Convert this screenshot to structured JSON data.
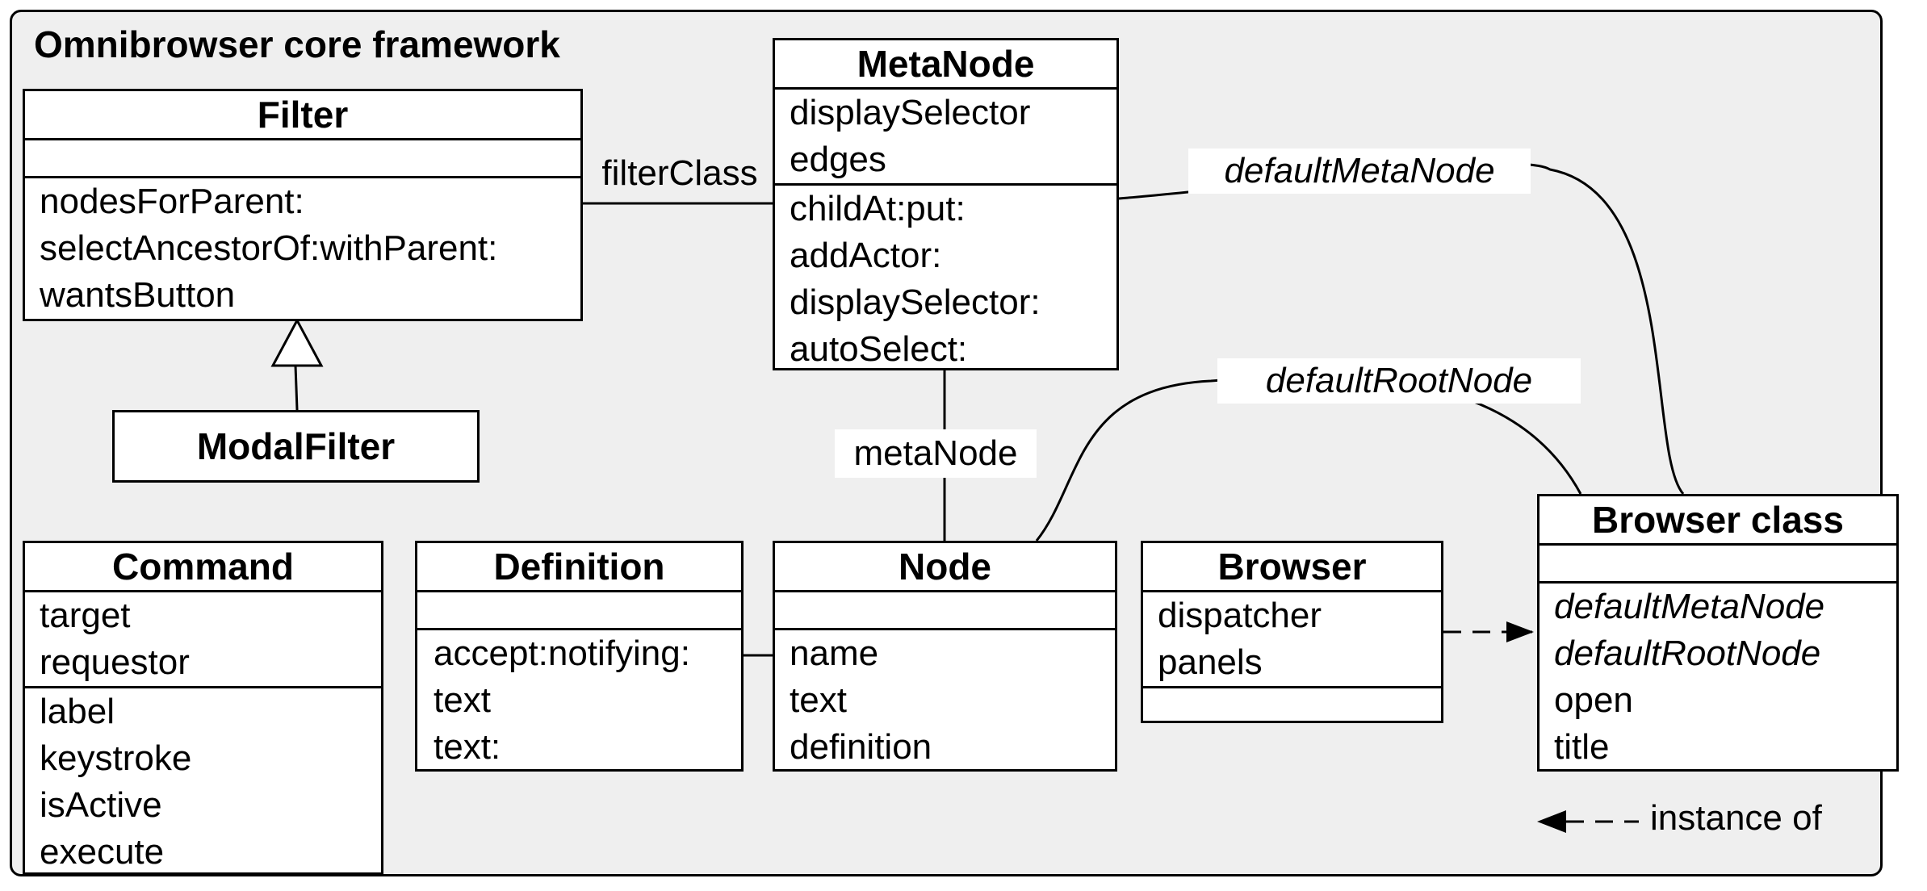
{
  "diagram": {
    "title": "Omnibrowser core framework",
    "classes": {
      "filter": {
        "name": "Filter",
        "attributes": [],
        "methods": [
          "nodesForParent:",
          "selectAncestorOf:withParent:",
          "wantsButton"
        ]
      },
      "modal_filter": {
        "name": "ModalFilter"
      },
      "metanode": {
        "name": "MetaNode",
        "attributes": [
          "displaySelector",
          "edges"
        ],
        "methods": [
          "childAt:put:",
          "addActor:",
          "displaySelector:",
          "autoSelect:"
        ]
      },
      "command": {
        "name": "Command",
        "attributes": [
          "target",
          "requestor"
        ],
        "methods": [
          "label",
          "keystroke",
          "isActive",
          "execute"
        ]
      },
      "definition": {
        "name": "Definition",
        "attributes": [],
        "methods": [
          "accept:notifying:",
          "text",
          "text:"
        ]
      },
      "node": {
        "name": "Node",
        "attributes": [],
        "methods": [
          "name",
          "text",
          "definition"
        ]
      },
      "browser": {
        "name": "Browser",
        "attributes": [
          "dispatcher",
          "panels"
        ],
        "methods": []
      },
      "browser_class": {
        "name": "Browser class",
        "attributes": [],
        "methods": [
          "defaultMetaNode",
          "defaultRootNode",
          "open",
          "title"
        ]
      }
    },
    "associations": {
      "filter_class": "filterClass",
      "meta_node": "metaNode",
      "default_meta_node": "defaultMetaNode",
      "default_root_node": "defaultRootNode"
    },
    "legend": {
      "instance_of": "instance of"
    }
  }
}
